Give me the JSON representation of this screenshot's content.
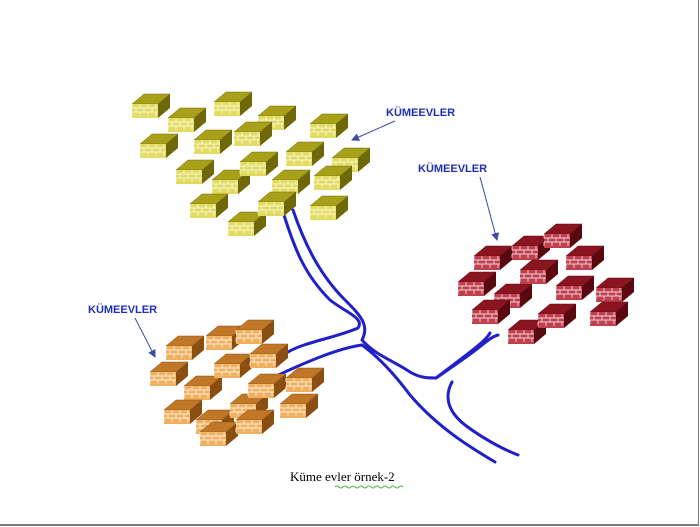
{
  "labels": {
    "cluster_a": "KÜMEEVLER",
    "cluster_b": "KÜMEEVLER",
    "cluster_c": "KÜMEEVLER"
  },
  "caption": "Küme evler örnek-2",
  "colors": {
    "label_text": "#1f2fb8",
    "arrow": "#3a4aa8",
    "river": "#2020c8",
    "olive_top": "#a8a018",
    "olive_side": "#6e6808",
    "olive_front": "#e2dc60",
    "orange_top": "#c07828",
    "orange_side": "#8a4e10",
    "orange_front": "#f0b060",
    "red_top": "#8a1420",
    "red_side": "#5a0810",
    "red_front": "#c04050",
    "brick_line": "#ffffff"
  },
  "icons": {
    "house": "brick-house-icon",
    "arrow": "arrow-icon"
  }
}
